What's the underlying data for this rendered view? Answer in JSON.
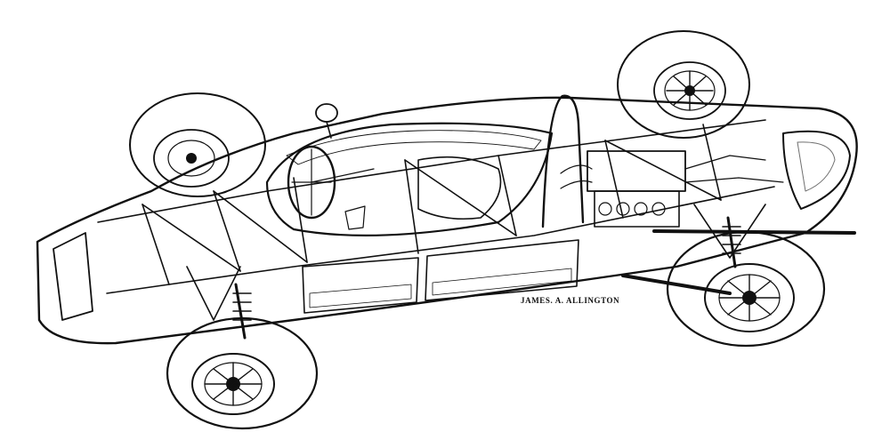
{
  "illustration": {
    "subject": "cutaway-race-car",
    "style": "black-ink-line-drawing",
    "signature": "JAMES. A. ALLINGTON",
    "ink_color": "#111111",
    "paper_color": "#ffffff"
  }
}
